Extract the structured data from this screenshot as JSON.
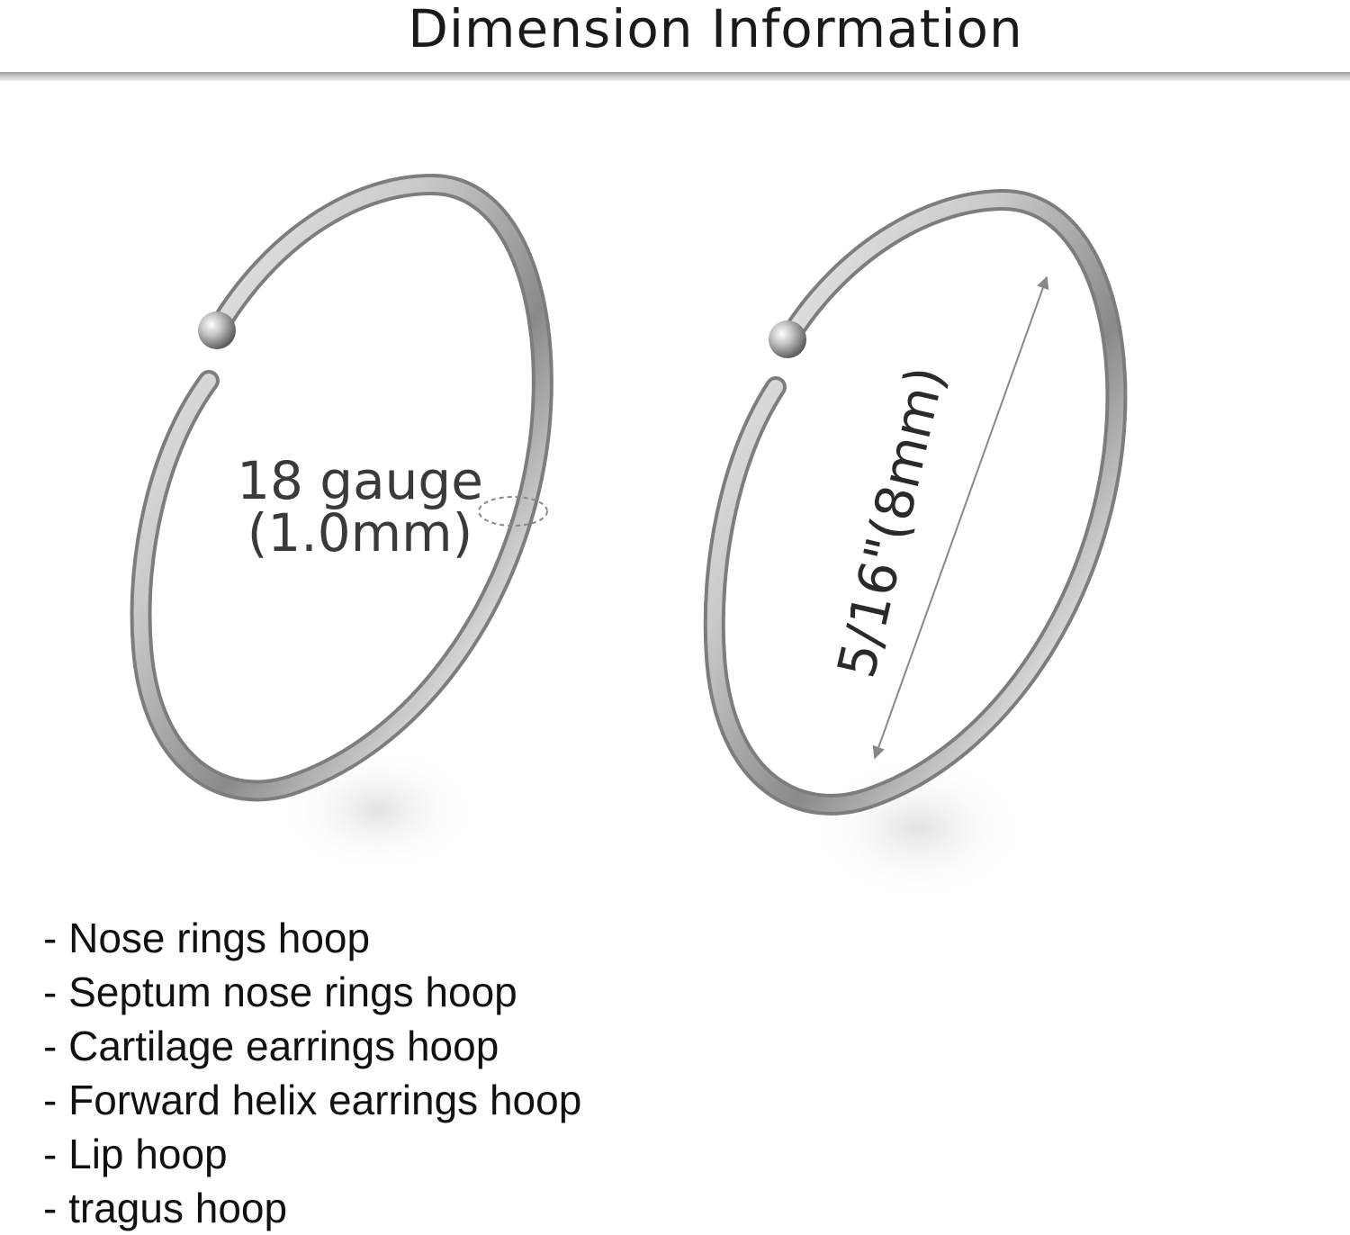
{
  "header": {
    "title": "Dimension Information"
  },
  "rings": {
    "gauge_label_line1": "18 gauge",
    "gauge_label_line2": "(1.0mm)",
    "size_label": "5/16\"(8mm)"
  },
  "uses": [
    "Nose rings hoop",
    "Septum nose rings hoop",
    "Cartilage earrings hoop",
    "Forward helix earrings hoop",
    "Lip hoop",
    "tragus hoop"
  ],
  "colors": {
    "ring_light": "#f2f2f2",
    "ring_mid": "#b8b8b8",
    "ring_dark": "#6e6e6e",
    "text": "#1a1a1a"
  }
}
